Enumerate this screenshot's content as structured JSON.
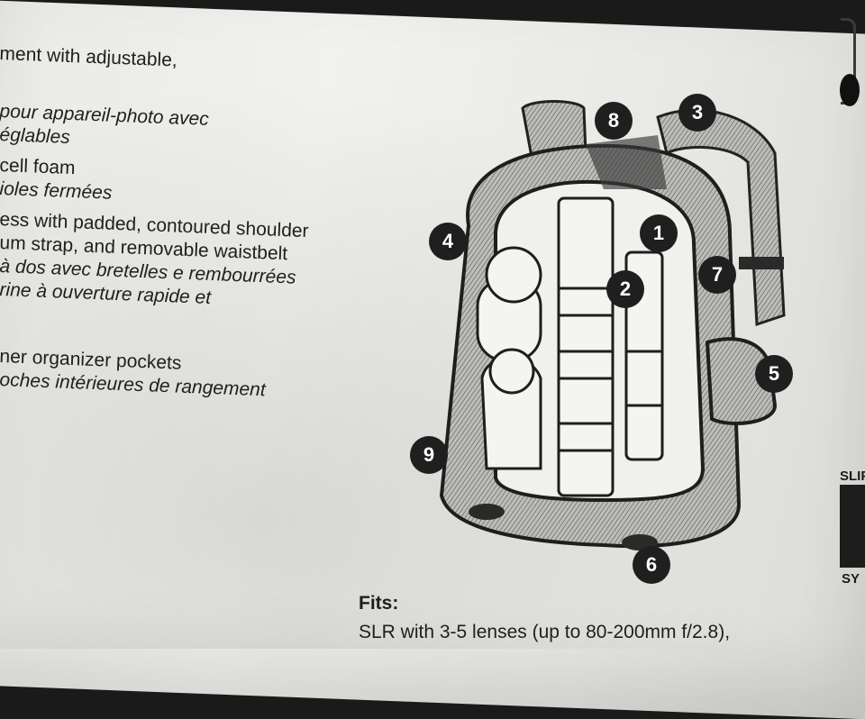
{
  "text_lines": [
    {
      "text": "ment with adjustable,",
      "lang": "en"
    },
    {
      "text": "pour appareil-photo avec",
      "lang": "fr"
    },
    {
      "text": "églables",
      "lang": "fr"
    },
    {
      "text": "cell foam",
      "lang": "en"
    },
    {
      "text": "ioles fermées",
      "lang": "fr"
    },
    {
      "text": "ess with padded, contoured shoulder",
      "lang": "en"
    },
    {
      "text": "um strap, and removable waistbelt",
      "lang": "en"
    },
    {
      "text": "à dos avec bretelles e rembourrées",
      "lang": "fr"
    },
    {
      "text": "rine à ouverture rapide et",
      "lang": "fr"
    },
    {
      "text": "ner organizer pockets",
      "lang": "en"
    },
    {
      "text": "oches intérieures de rangement",
      "lang": "fr"
    }
  ],
  "fits": {
    "heading": "Fits:",
    "body": "SLR with 3-5 lenses (up to 80-200mm f/2.8),"
  },
  "callouts": [
    "1",
    "2",
    "3",
    "4",
    "5",
    "6",
    "7",
    "8",
    "9"
  ],
  "logo": {
    "top_text": "SLIP",
    "bottom_text": "SY"
  },
  "colors": {
    "paper": "#eeeeeb",
    "ink": "#1f1f1f",
    "background": "#1a1a1a"
  }
}
